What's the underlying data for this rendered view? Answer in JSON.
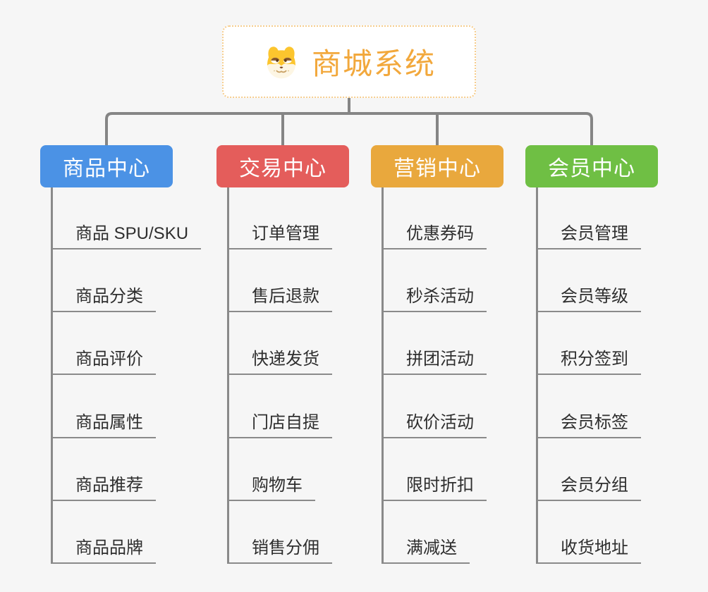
{
  "canvas": {
    "background": "#f6f6f6"
  },
  "connector_color": "#858585",
  "underline_color": "#8a8a8a",
  "root": {
    "title": "商城系统",
    "icon": "doge-icon",
    "text_color": "#f2a83c",
    "border_color": "#f6cd8d",
    "background": "#ffffff"
  },
  "branches": [
    {
      "label": "商品中心",
      "color": "#4b92e5",
      "items": [
        "商品 SPU/SKU",
        "商品分类",
        "商品评价",
        "商品属性",
        "商品推荐",
        "商品品牌"
      ]
    },
    {
      "label": "交易中心",
      "color": "#e45d5b",
      "items": [
        "订单管理",
        "售后退款",
        "快递发货",
        "门店自提",
        "购物车",
        "销售分佣"
      ]
    },
    {
      "label": "营销中心",
      "color": "#e9a83d",
      "items": [
        "优惠券码",
        "秒杀活动",
        "拼团活动",
        "砍价活动",
        "限时折扣",
        "满减送"
      ]
    },
    {
      "label": "会员中心",
      "color": "#6fbf44",
      "items": [
        "会员管理",
        "会员等级",
        "积分签到",
        "会员标签",
        "会员分组",
        "收货地址"
      ]
    }
  ]
}
